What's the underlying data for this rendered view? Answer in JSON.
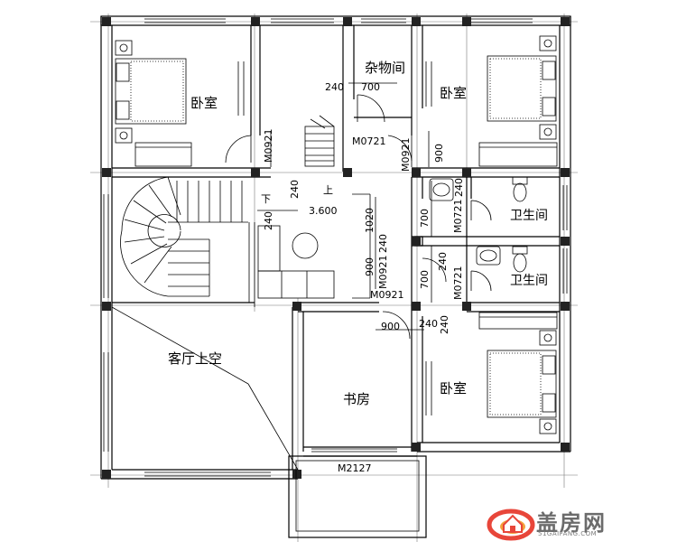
{
  "rooms": {
    "bedroom_nw": "卧室",
    "storage": "杂物间",
    "bedroom_ne": "卧室",
    "bath_1": "卫生间",
    "bath_2": "卫生间",
    "living_void": "客厅上空",
    "study": "书房",
    "bedroom_se": "卧室"
  },
  "annotations": {
    "elevation": "3.600",
    "stair_down": "下",
    "stair_up": "上"
  },
  "doors": {
    "d1": "M0721",
    "d2": "M0921",
    "d3": "M0921",
    "d4": "M0721",
    "d5": "M0921",
    "d6": "M0721",
    "d7": "M0921",
    "main_window": "M2127"
  },
  "dimensions": {
    "t240a": "240",
    "t700a": "700",
    "t900a": "900",
    "t240b": "240",
    "t240c": "240",
    "t1020": "1020",
    "t700b": "700",
    "t240d": "240",
    "t900b": "900",
    "t240e": "240",
    "t700c": "700",
    "t240f": "240",
    "t900c": "900",
    "t240g": "240",
    "t240h": "240"
  },
  "logo": {
    "name": "盖房网",
    "site": "51GAIFANG.COM",
    "accent": "#e8463a",
    "secondary": "#f3a23b"
  }
}
